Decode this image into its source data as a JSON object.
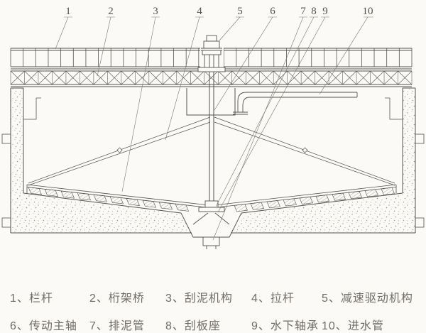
{
  "callouts": [
    {
      "label": "1"
    },
    {
      "label": "2"
    },
    {
      "label": "3"
    },
    {
      "label": "4"
    },
    {
      "label": "5"
    },
    {
      "label": "6"
    },
    {
      "label": "7"
    },
    {
      "label": "8"
    },
    {
      "label": "9"
    },
    {
      "label": "10"
    }
  ],
  "legend": {
    "separator": "、",
    "items": [
      {
        "num": "1",
        "name": "栏杆"
      },
      {
        "num": "2",
        "name": "桁架桥"
      },
      {
        "num": "3",
        "name": "刮泥机构"
      },
      {
        "num": "4",
        "name": "拉杆"
      },
      {
        "num": "5",
        "name": "减速驱动机构"
      },
      {
        "num": "6",
        "name": "传动主轴"
      },
      {
        "num": "7",
        "name": "排泥管"
      },
      {
        "num": "8",
        "name": "刮板座"
      },
      {
        "num": "9",
        "name": "水下轴承"
      },
      {
        "num": "10",
        "name": "进水管"
      }
    ]
  },
  "colors": {
    "line": "#55524e",
    "leader": "#7a766f",
    "text": "#716d66",
    "stipple": "#9a968e",
    "background": "#fbfaf6"
  }
}
